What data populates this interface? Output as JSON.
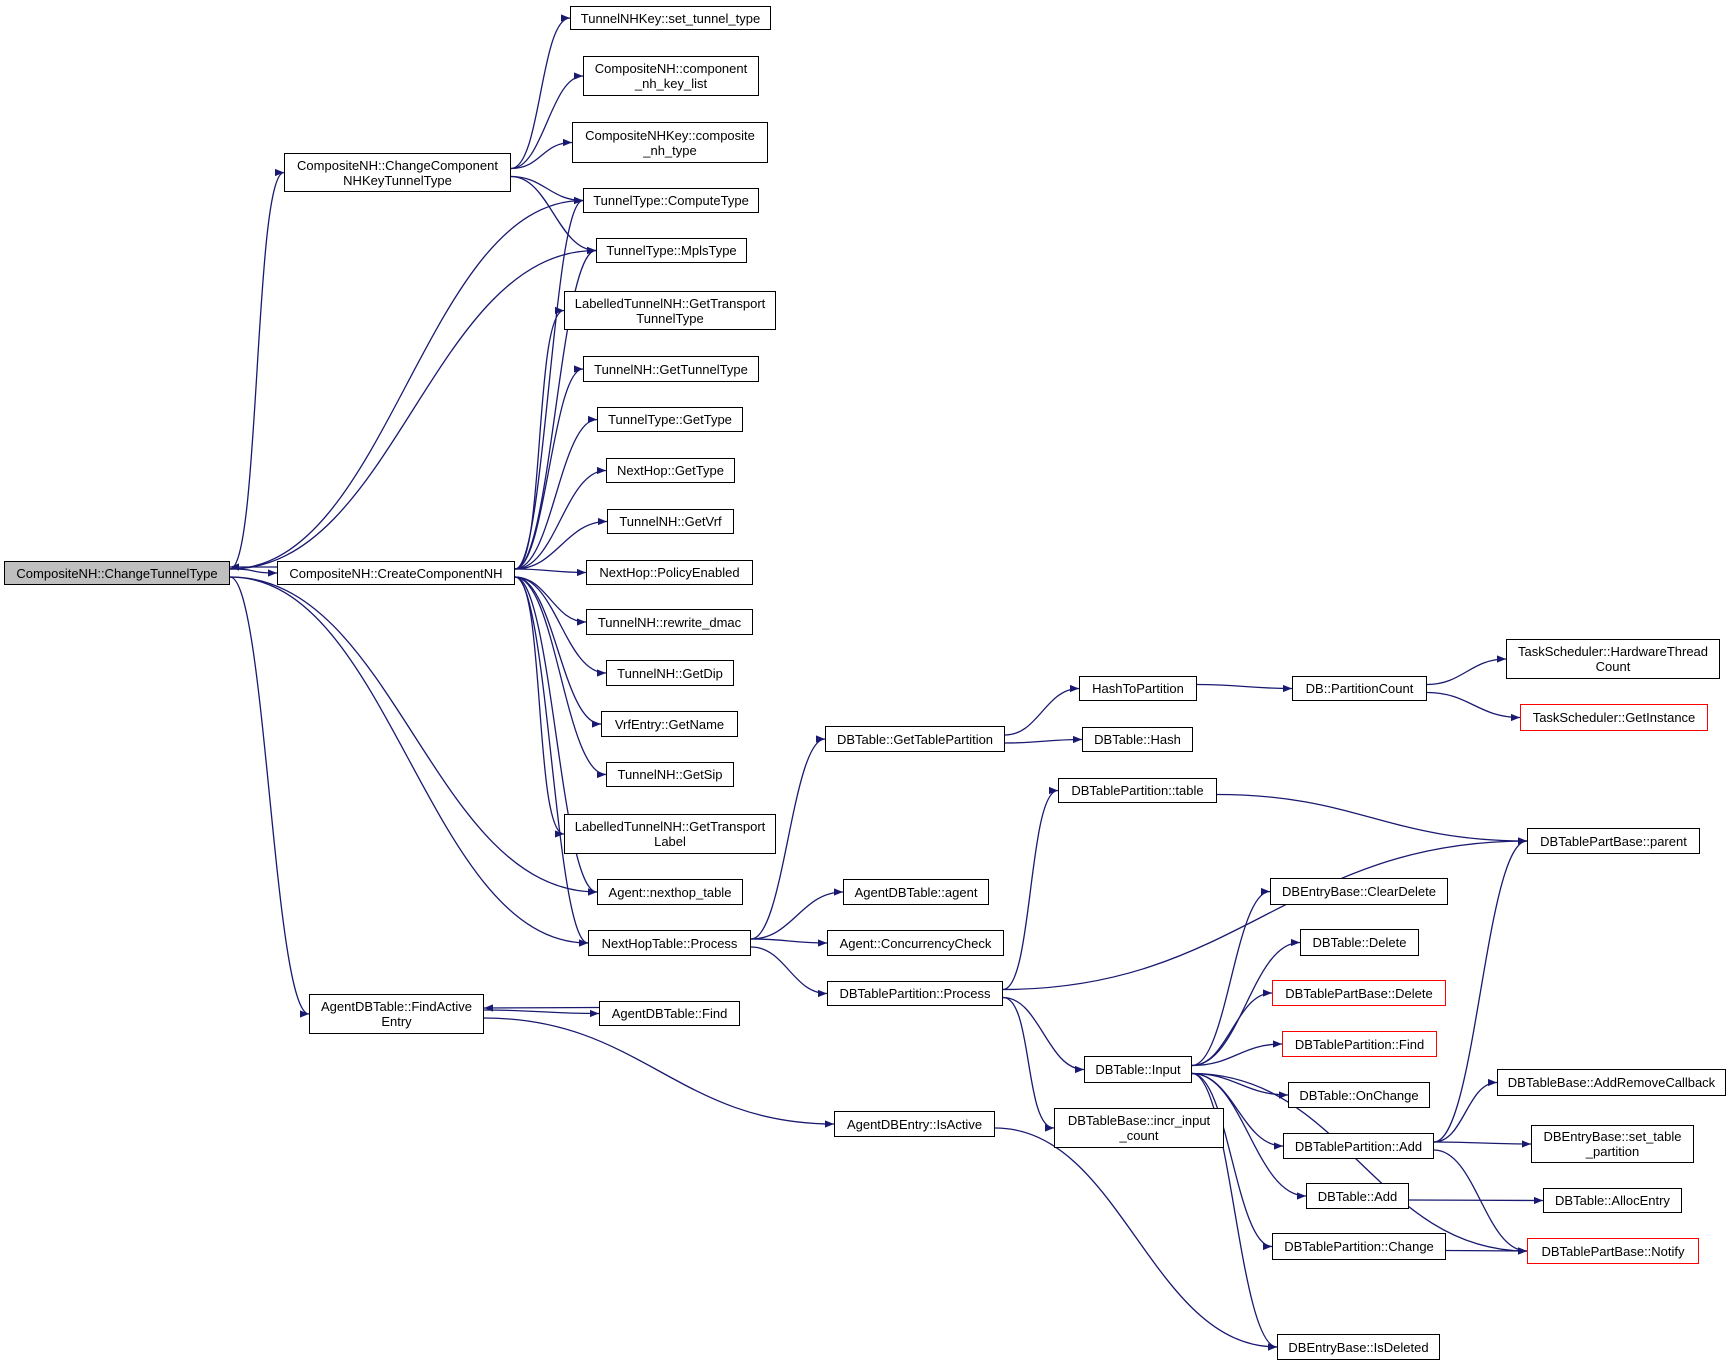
{
  "diagram": {
    "type": "call-graph",
    "root": "ChangeTunnelType",
    "colors": {
      "edge": "#191970",
      "border": "#000000",
      "root_fill": "#bfbfbf",
      "undocumented_border": "#ff0000"
    },
    "nodes": [
      {
        "id": "ChangeTunnelType",
        "label": "CompositeNH::ChangeTunnelType",
        "root": true
      },
      {
        "id": "CreateComponentNH",
        "label": "CompositeNH::CreateComponentNH"
      },
      {
        "id": "ChangeComponentNHKeyTunnelType",
        "label": "CompositeNH::ChangeComponent\nNHKeyTunnelType"
      },
      {
        "id": "set_tunnel_type",
        "label": "TunnelNHKey::set_tunnel_type"
      },
      {
        "id": "component_nh_key_list",
        "label": "CompositeNH::component\n_nh_key_list"
      },
      {
        "id": "composite_nh_type",
        "label": "CompositeNHKey::composite\n_nh_type"
      },
      {
        "id": "ComputeType",
        "label": "TunnelType::ComputeType"
      },
      {
        "id": "MplsType",
        "label": "TunnelType::MplsType"
      },
      {
        "id": "GetTransportTunnelType",
        "label": "LabelledTunnelNH::GetTransport\nTunnelType"
      },
      {
        "id": "GetTunnelType",
        "label": "TunnelNH::GetTunnelType"
      },
      {
        "id": "TunnelTypeGetType",
        "label": "TunnelType::GetType"
      },
      {
        "id": "NextHopGetType",
        "label": "NextHop::GetType"
      },
      {
        "id": "GetVrf",
        "label": "TunnelNH::GetVrf"
      },
      {
        "id": "PolicyEnabled",
        "label": "NextHop::PolicyEnabled"
      },
      {
        "id": "rewrite_dmac",
        "label": "TunnelNH::rewrite_dmac"
      },
      {
        "id": "GetDip",
        "label": "TunnelNH::GetDip"
      },
      {
        "id": "GetName",
        "label": "VrfEntry::GetName"
      },
      {
        "id": "GetSip",
        "label": "TunnelNH::GetSip"
      },
      {
        "id": "GetTransportLabel",
        "label": "LabelledTunnelNH::GetTransport\nLabel"
      },
      {
        "id": "nexthop_table",
        "label": "Agent::nexthop_table"
      },
      {
        "id": "NextHopTableProcess",
        "label": "NextHopTable::Process"
      },
      {
        "id": "FindActiveEntry",
        "label": "AgentDBTable::FindActive\nEntry"
      },
      {
        "id": "AgentDBTableFind",
        "label": "AgentDBTable::Find"
      },
      {
        "id": "IsActive",
        "label": "AgentDBEntry::IsActive"
      },
      {
        "id": "GetTablePartition",
        "label": "DBTable::GetTablePartition"
      },
      {
        "id": "agent",
        "label": "AgentDBTable::agent"
      },
      {
        "id": "ConcurrencyCheck",
        "label": "Agent::ConcurrencyCheck"
      },
      {
        "id": "DBTablePartitionProcess",
        "label": "DBTablePartition::Process"
      },
      {
        "id": "HashToPartition",
        "label": "HashToPartition"
      },
      {
        "id": "Hash",
        "label": "DBTable::Hash"
      },
      {
        "id": "table",
        "label": "DBTablePartition::table"
      },
      {
        "id": "incr_input_count",
        "label": "DBTableBase::incr_input\n_count"
      },
      {
        "id": "Input",
        "label": "DBTable::Input"
      },
      {
        "id": "PartitionCount",
        "label": "DB::PartitionCount"
      },
      {
        "id": "HardwareThreadCount",
        "label": "TaskScheduler::HardwareThread\nCount"
      },
      {
        "id": "GetInstance",
        "label": "TaskScheduler::GetInstance",
        "undocumented": true
      },
      {
        "id": "parent",
        "label": "DBTablePartBase::parent"
      },
      {
        "id": "ClearDelete",
        "label": "DBEntryBase::ClearDelete"
      },
      {
        "id": "DBTableDelete",
        "label": "DBTable::Delete"
      },
      {
        "id": "PartBaseDelete",
        "label": "DBTablePartBase::Delete",
        "undocumented": true
      },
      {
        "id": "PartitionFind",
        "label": "DBTablePartition::Find",
        "undocumented": true
      },
      {
        "id": "OnChange",
        "label": "DBTable::OnChange"
      },
      {
        "id": "PartitionAdd",
        "label": "DBTablePartition::Add"
      },
      {
        "id": "DBTableAdd",
        "label": "DBTable::Add"
      },
      {
        "id": "PartitionChange",
        "label": "DBTablePartition::Change"
      },
      {
        "id": "IsDeleted",
        "label": "DBEntryBase::IsDeleted"
      },
      {
        "id": "AddRemoveCallback",
        "label": "DBTableBase::AddRemoveCallback"
      },
      {
        "id": "set_table_partition",
        "label": "DBEntryBase::set_table\n_partition"
      },
      {
        "id": "AllocEntry",
        "label": "DBTable::AllocEntry"
      },
      {
        "id": "Notify",
        "label": "DBTablePartBase::Notify",
        "undocumented": true
      }
    ],
    "edges": [
      [
        "ChangeTunnelType",
        "ChangeComponentNHKeyTunnelType"
      ],
      [
        "ChangeTunnelType",
        "ComputeType"
      ],
      [
        "ChangeTunnelType",
        "MplsType"
      ],
      [
        "ChangeTunnelType",
        "CreateComponentNH"
      ],
      [
        "ChangeTunnelType",
        "nexthop_table"
      ],
      [
        "ChangeTunnelType",
        "NextHopTableProcess"
      ],
      [
        "ChangeTunnelType",
        "FindActiveEntry"
      ],
      [
        "CreateComponentNH",
        "ChangeTunnelType"
      ],
      [
        "ChangeComponentNHKeyTunnelType",
        "set_tunnel_type"
      ],
      [
        "ChangeComponentNHKeyTunnelType",
        "component_nh_key_list"
      ],
      [
        "ChangeComponentNHKeyTunnelType",
        "composite_nh_type"
      ],
      [
        "ChangeComponentNHKeyTunnelType",
        "ComputeType"
      ],
      [
        "ChangeComponentNHKeyTunnelType",
        "MplsType"
      ],
      [
        "CreateComponentNH",
        "ComputeType"
      ],
      [
        "CreateComponentNH",
        "MplsType"
      ],
      [
        "CreateComponentNH",
        "GetTransportTunnelType"
      ],
      [
        "CreateComponentNH",
        "GetTunnelType"
      ],
      [
        "CreateComponentNH",
        "TunnelTypeGetType"
      ],
      [
        "CreateComponentNH",
        "NextHopGetType"
      ],
      [
        "CreateComponentNH",
        "GetVrf"
      ],
      [
        "CreateComponentNH",
        "PolicyEnabled"
      ],
      [
        "CreateComponentNH",
        "rewrite_dmac"
      ],
      [
        "CreateComponentNH",
        "GetDip"
      ],
      [
        "CreateComponentNH",
        "GetName"
      ],
      [
        "CreateComponentNH",
        "GetSip"
      ],
      [
        "CreateComponentNH",
        "GetTransportLabel"
      ],
      [
        "CreateComponentNH",
        "nexthop_table"
      ],
      [
        "CreateComponentNH",
        "NextHopTableProcess"
      ],
      [
        "NextHopTableProcess",
        "GetTablePartition"
      ],
      [
        "NextHopTableProcess",
        "agent"
      ],
      [
        "NextHopTableProcess",
        "ConcurrencyCheck"
      ],
      [
        "NextHopTableProcess",
        "DBTablePartitionProcess"
      ],
      [
        "FindActiveEntry",
        "AgentDBTableFind"
      ],
      [
        "AgentDBTableFind",
        "FindActiveEntry"
      ],
      [
        "FindActiveEntry",
        "IsActive"
      ],
      [
        "IsActive",
        "IsDeleted"
      ],
      [
        "GetTablePartition",
        "HashToPartition"
      ],
      [
        "GetTablePartition",
        "Hash"
      ],
      [
        "HashToPartition",
        "PartitionCount"
      ],
      [
        "PartitionCount",
        "HardwareThreadCount"
      ],
      [
        "PartitionCount",
        "GetInstance"
      ],
      [
        "DBTablePartitionProcess",
        "table"
      ],
      [
        "DBTablePartitionProcess",
        "parent"
      ],
      [
        "DBTablePartitionProcess",
        "Input"
      ],
      [
        "DBTablePartitionProcess",
        "incr_input_count"
      ],
      [
        "table",
        "parent"
      ],
      [
        "Input",
        "ClearDelete"
      ],
      [
        "Input",
        "DBTableDelete"
      ],
      [
        "Input",
        "PartBaseDelete"
      ],
      [
        "Input",
        "PartitionFind"
      ],
      [
        "Input",
        "OnChange"
      ],
      [
        "Input",
        "PartitionAdd"
      ],
      [
        "Input",
        "DBTableAdd"
      ],
      [
        "Input",
        "PartitionChange"
      ],
      [
        "Input",
        "IsDeleted"
      ],
      [
        "Input",
        "Notify"
      ],
      [
        "PartitionAdd",
        "parent"
      ],
      [
        "PartitionAdd",
        "AddRemoveCallback"
      ],
      [
        "PartitionAdd",
        "set_table_partition"
      ],
      [
        "PartitionAdd",
        "Notify"
      ],
      [
        "DBTableAdd",
        "AllocEntry"
      ],
      [
        "PartitionChange",
        "Notify"
      ]
    ]
  }
}
